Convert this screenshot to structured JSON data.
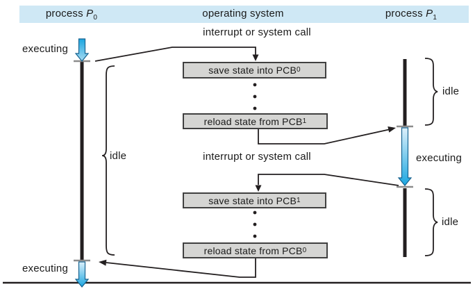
{
  "header": {
    "columns": [
      {
        "pre": "process ",
        "var": "P",
        "sub": "0"
      },
      {
        "pre": "operating system"
      },
      {
        "pre": "process ",
        "var": "P",
        "sub": "1"
      }
    ]
  },
  "os_labels": {
    "interrupt_top": "interrupt or system call",
    "interrupt_bottom": "interrupt or system call"
  },
  "boxes": [
    {
      "pre": "save state into PCB",
      "sub": "0"
    },
    {
      "pre": "reload state from PCB",
      "sub": "1"
    },
    {
      "pre": "save state into PCB",
      "sub": "1"
    },
    {
      "pre": "reload state from PCB",
      "sub": "0"
    }
  ],
  "p0": {
    "executing_top": "executing",
    "idle": "idle",
    "executing_bottom": "executing"
  },
  "p1": {
    "idle_top": "idle",
    "executing": "executing",
    "idle_bottom": "idle"
  },
  "colors": {
    "header_band": "#cfe8f5",
    "box_fill": "#d5d5d3",
    "box_border": "#404040",
    "arrow_blue": "#29abe2",
    "line_black": "#231f20",
    "tick_gray": "#8c8c8c"
  }
}
